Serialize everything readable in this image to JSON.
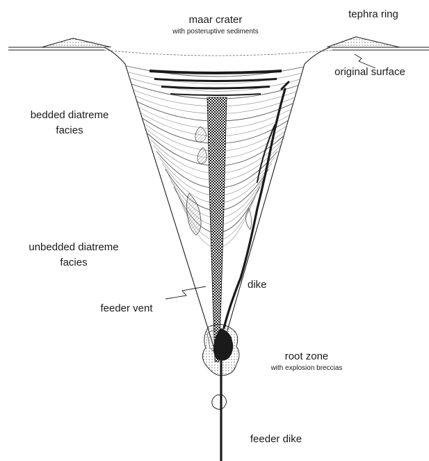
{
  "labels": {
    "maar_crater": "maar crater",
    "maar_crater_sub": "with posteruptive sediments",
    "tephra_ring": "tephra ring",
    "original_surface": "original surface",
    "bedded_diatreme_1": "bedded diatreme",
    "bedded_diatreme_2": "facies",
    "unbedded_diatreme_1": "unbedded diatreme",
    "unbedded_diatreme_2": "facies",
    "dike": "dike",
    "feeder_vent": "feeder vent",
    "root_zone": "root zone",
    "root_zone_sub": "with explosion breccias",
    "feeder_dike": "feeder dike"
  },
  "colors": {
    "ink": "#1a1a1a",
    "bedding": "#8c8c8c",
    "background": "#ffffff"
  }
}
